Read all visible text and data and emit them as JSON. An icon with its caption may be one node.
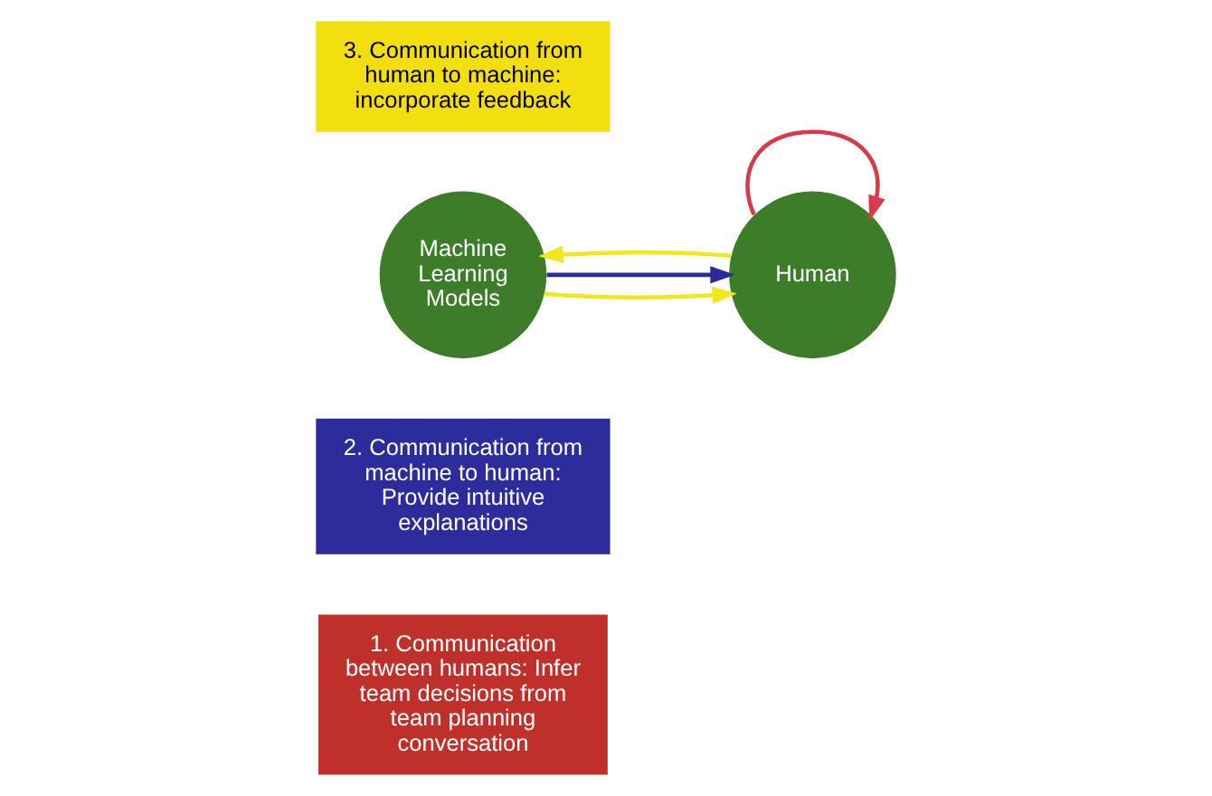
{
  "diagram": {
    "nodes": [
      {
        "text": [
          "1. Communication between humans: Infer team decisions from team planning conversation"
        ]
      },
      {
        "text": [
          "2. Communication from machine to human: Provide intuitive explanations"
        ]
      },
      {
        "text": [
          "Human"
        ]
      },
      {
        "text": [
          "Machine Learning Models"
        ]
      },
      {
        "text": [
          "3. Communication from human to machine: incorporate feedback"
        ]
      }
    ],
    "edges": [
      {
        "from": 2,
        "to": 2,
        "arrow": "to",
        "color": "#d83a4a"
      },
      {
        "from": 3,
        "to": 2,
        "arrow": "to",
        "color": "#2a2a9a"
      },
      {
        "from": 3,
        "to": 2,
        "arrow": "to",
        "color": "#f0e81a"
      },
      {
        "from": 2,
        "to": 3,
        "arrow": "to",
        "color": "#f0e81a"
      }
    ]
  }
}
